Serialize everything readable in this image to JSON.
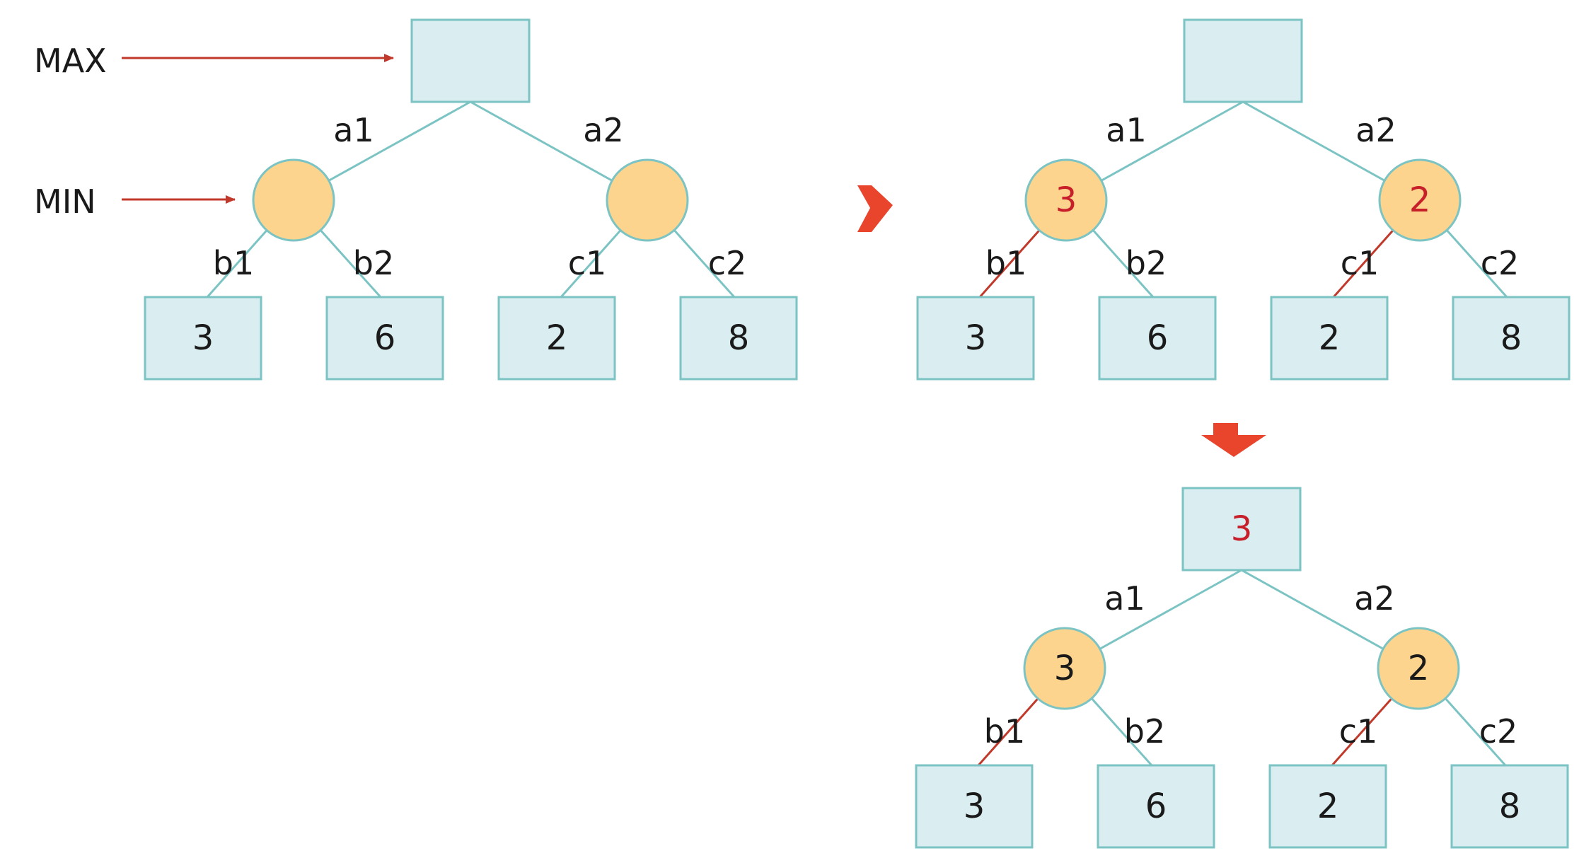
{
  "labels": {
    "max": "MAX",
    "min": "MIN"
  },
  "colors": {
    "box_fill": "#daeef2",
    "box_stroke": "#7cc4c4",
    "circle_fill": "#fcd48e",
    "circle_stroke": "#7cc4c4",
    "edge": "#7cc4c4",
    "edge_best": "#c0392b",
    "highlight_text": "#c8202a",
    "arrow": "#e8452c"
  },
  "trees": [
    {
      "root": {
        "value": "",
        "highlight": false
      },
      "branches": [
        {
          "label": "a1",
          "node": {
            "value": "",
            "highlight": false
          },
          "children": [
            {
              "label": "b1",
              "value": "3",
              "best": false
            },
            {
              "label": "b2",
              "value": "6",
              "best": false
            }
          ]
        },
        {
          "label": "a2",
          "node": {
            "value": "",
            "highlight": false
          },
          "children": [
            {
              "label": "c1",
              "value": "2",
              "best": false
            },
            {
              "label": "c2",
              "value": "8",
              "best": false
            }
          ]
        }
      ]
    },
    {
      "root": {
        "value": "",
        "highlight": false
      },
      "branches": [
        {
          "label": "a1",
          "node": {
            "value": "3",
            "highlight": true
          },
          "children": [
            {
              "label": "b1",
              "value": "3",
              "best": true
            },
            {
              "label": "b2",
              "value": "6",
              "best": false
            }
          ]
        },
        {
          "label": "a2",
          "node": {
            "value": "2",
            "highlight": true
          },
          "children": [
            {
              "label": "c1",
              "value": "2",
              "best": true
            },
            {
              "label": "c2",
              "value": "8",
              "best": false
            }
          ]
        }
      ]
    },
    {
      "root": {
        "value": "3",
        "highlight": true
      },
      "branches": [
        {
          "label": "a1",
          "node": {
            "value": "3",
            "highlight": false
          },
          "children": [
            {
              "label": "b1",
              "value": "3",
              "best": true
            },
            {
              "label": "b2",
              "value": "6",
              "best": false
            }
          ]
        },
        {
          "label": "a2",
          "node": {
            "value": "2",
            "highlight": false
          },
          "children": [
            {
              "label": "c1",
              "value": "2",
              "best": true
            },
            {
              "label": "c2",
              "value": "8",
              "best": false
            }
          ]
        }
      ]
    }
  ]
}
